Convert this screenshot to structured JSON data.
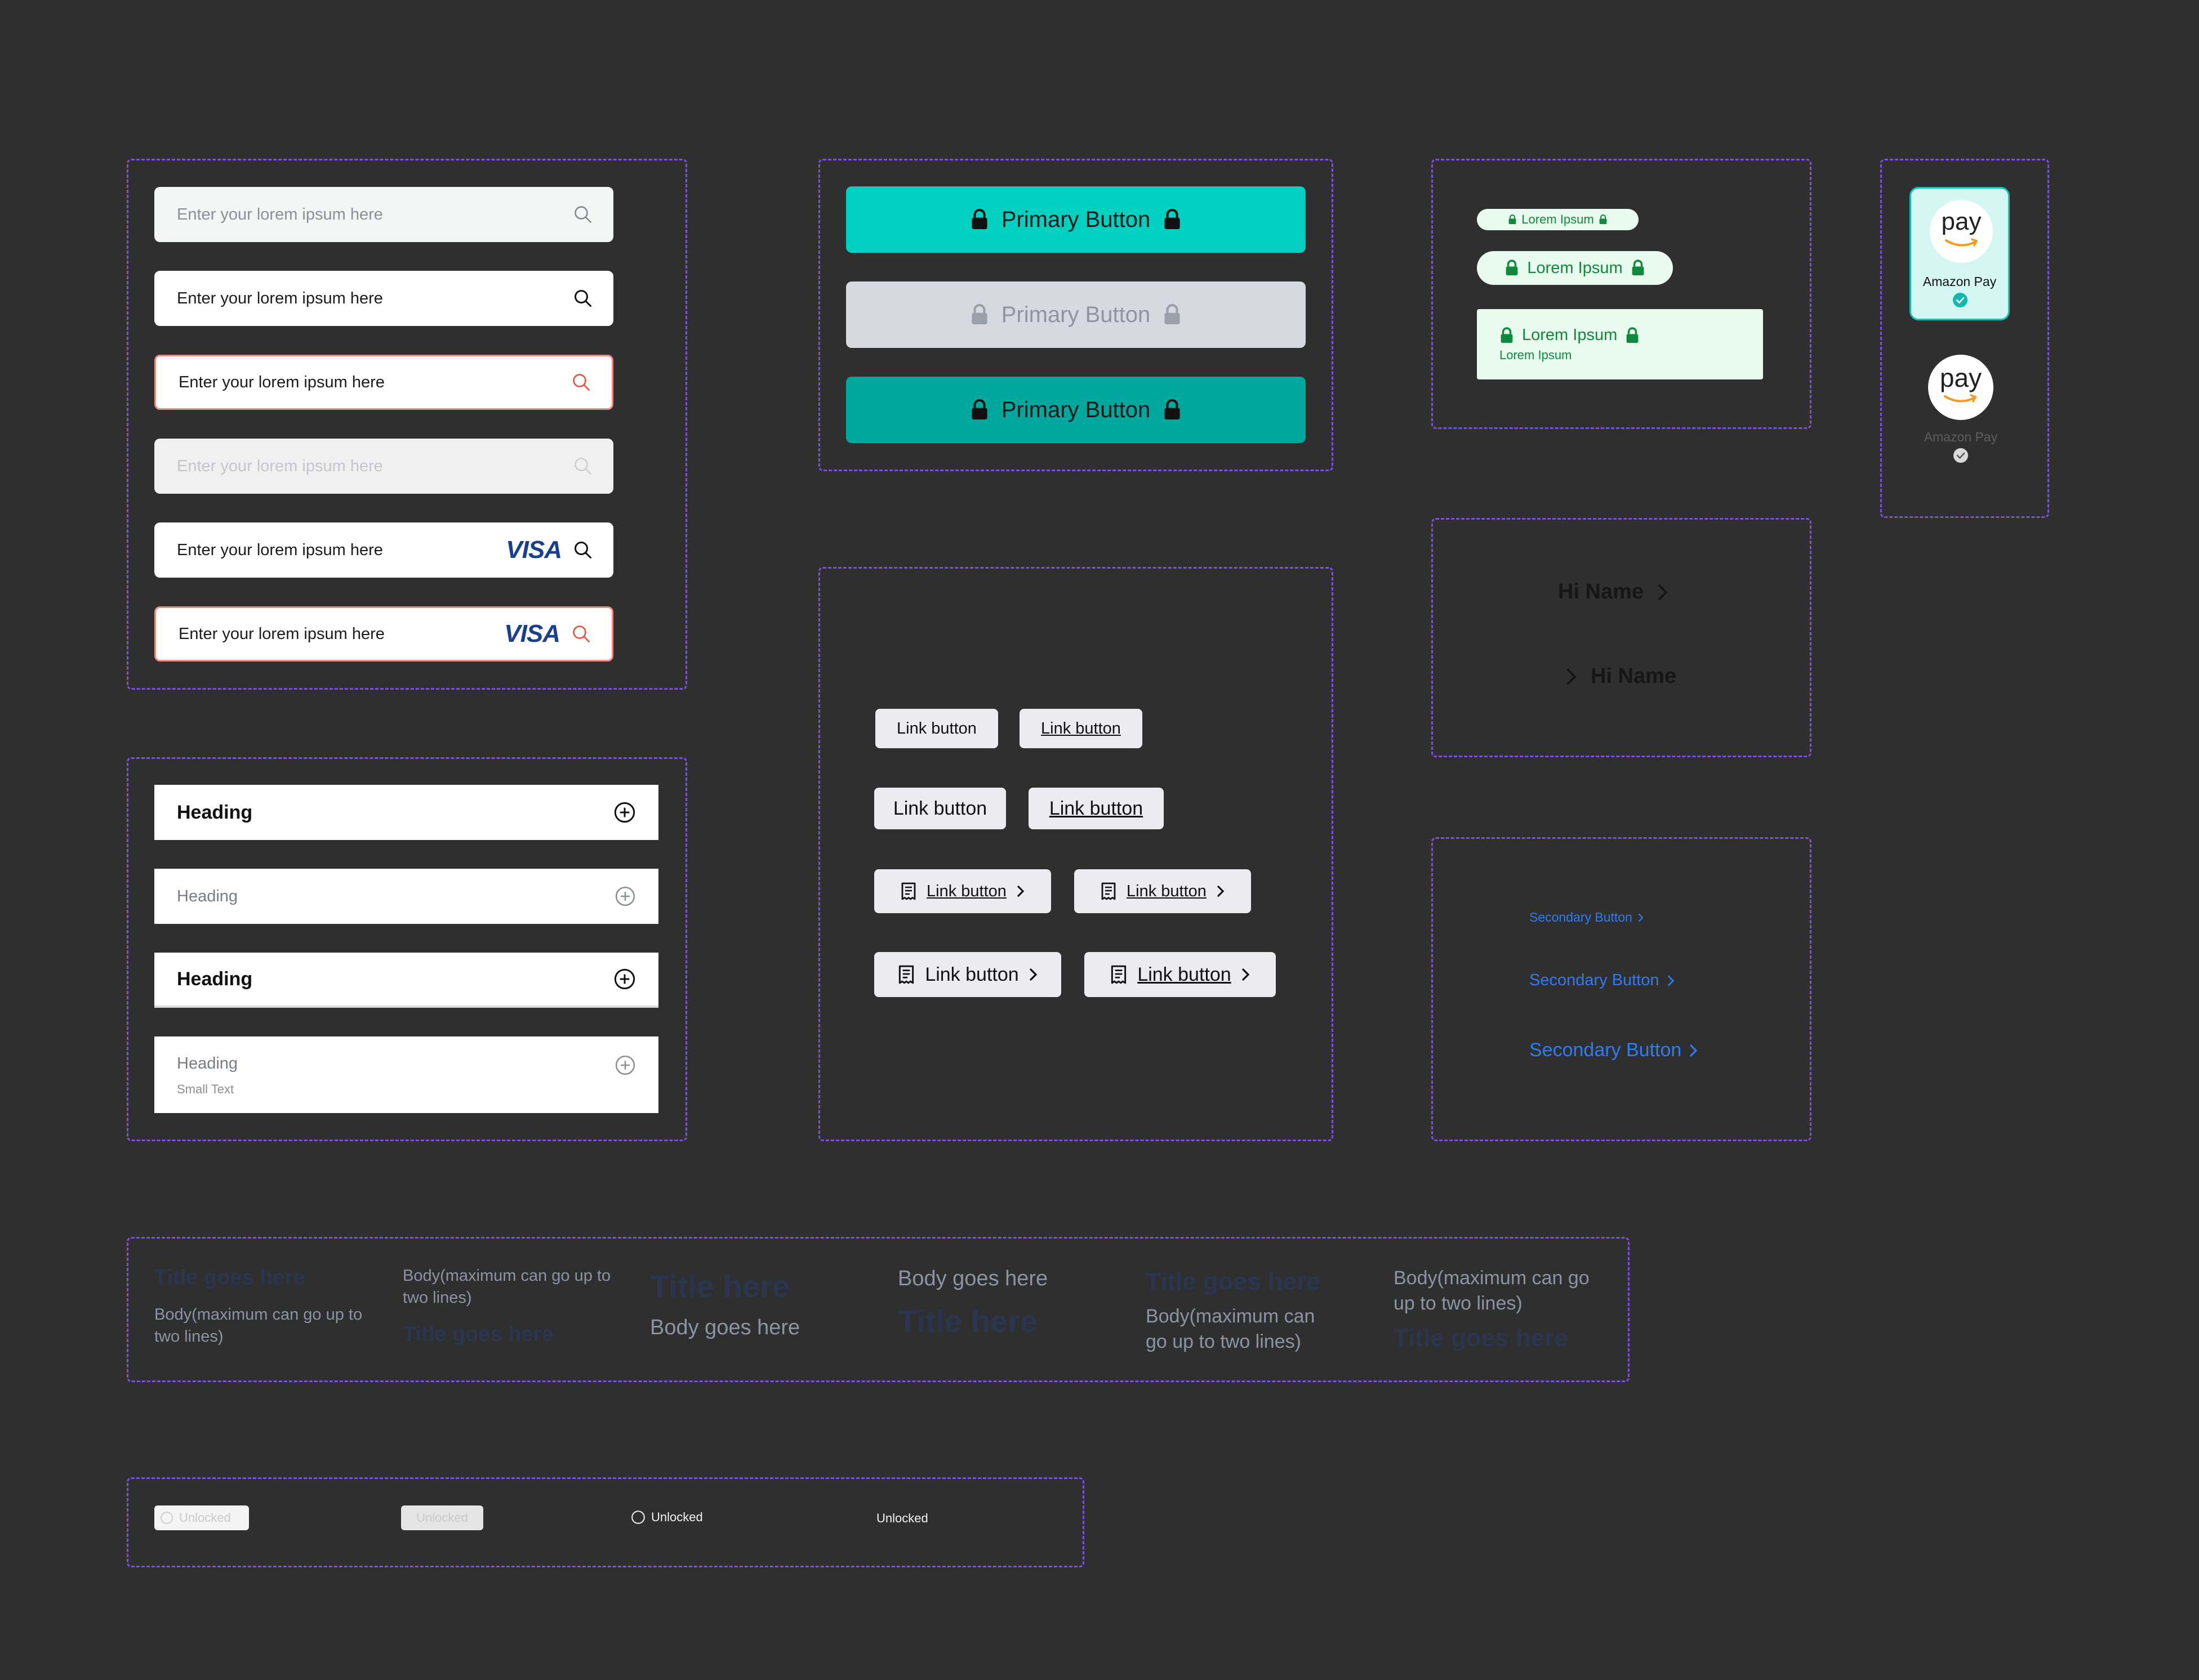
{
  "search_inputs": [
    {
      "placeholder": "Enter your lorem ipsum here",
      "state": "default"
    },
    {
      "placeholder": "Enter your lorem ipsum here",
      "state": "active"
    },
    {
      "placeholder": "Enter your lorem ipsum here",
      "state": "error"
    },
    {
      "placeholder": "Enter your lorem ipsum here",
      "state": "disabled"
    },
    {
      "placeholder": "Enter your lorem ipsum here",
      "state": "card",
      "card_brand": "VISA"
    },
    {
      "placeholder": "Enter your lorem ipsum here",
      "state": "card-error",
      "card_brand": "VISA"
    }
  ],
  "primary_buttons": [
    {
      "label": "Primary Button",
      "state": "default"
    },
    {
      "label": "Primary Button",
      "state": "disabled"
    },
    {
      "label": "Primary Button",
      "state": "pressed"
    }
  ],
  "tags": {
    "small": "Lorem Ipsum",
    "medium": "Lorem Ipsum",
    "large_title": "Lorem Ipsum",
    "large_sub": "Lorem Ipsum"
  },
  "amazon_pay": [
    {
      "logo": "pay",
      "label": "Amazon Pay",
      "selected": true
    },
    {
      "logo": "pay",
      "label": "Amazon Pay",
      "selected": false
    }
  ],
  "greetings": {
    "trailing": "Hi Name",
    "leading": "Hi Name"
  },
  "accordions": [
    {
      "heading": "Heading",
      "style": "bold"
    },
    {
      "heading": "Heading",
      "style": "muted"
    },
    {
      "heading": "Heading",
      "style": "bold"
    },
    {
      "heading": "Heading",
      "sub": "Small Text",
      "style": "muted"
    }
  ],
  "link_buttons": {
    "row1": [
      "Link button",
      "Link button"
    ],
    "row2": [
      "Link button",
      "Link button"
    ],
    "row3": [
      "Link button",
      "Link button"
    ],
    "row4": [
      "Link button",
      "Link button"
    ]
  },
  "secondary_buttons": [
    "Secondary Button",
    "Secondary Button",
    "Secondary Button"
  ],
  "text_samples": {
    "c1_title": "Title goes here",
    "c1_body": "Body(maximum can go up to two lines)",
    "c2_body": "Body(maximum can go up to two lines)",
    "c2_title": "Title goes here",
    "c3_title": "Title here",
    "c3_body": "Body goes here",
    "c4_body": "Body goes here",
    "c4_title": "Title here",
    "c5_title": "Title goes here",
    "c5_body": "Body(maximum can go up to two lines)",
    "c6_body": "Body(maximum can go up to two lines)",
    "c6_title": "Title goes here"
  },
  "unlocked": [
    "Unlocked",
    "Unlocked",
    "Unlocked",
    "Unlocked"
  ],
  "colors": {
    "background": "#2f2f2f",
    "frame_border": "#7b4fe0",
    "primary": "#00d0c0",
    "primary_pressed": "#00a79d",
    "disabled": "#d6d9e0",
    "error": "#f08a80",
    "tag_green": "#0f8a3c",
    "secondary_blue": "#2f7bf0"
  }
}
